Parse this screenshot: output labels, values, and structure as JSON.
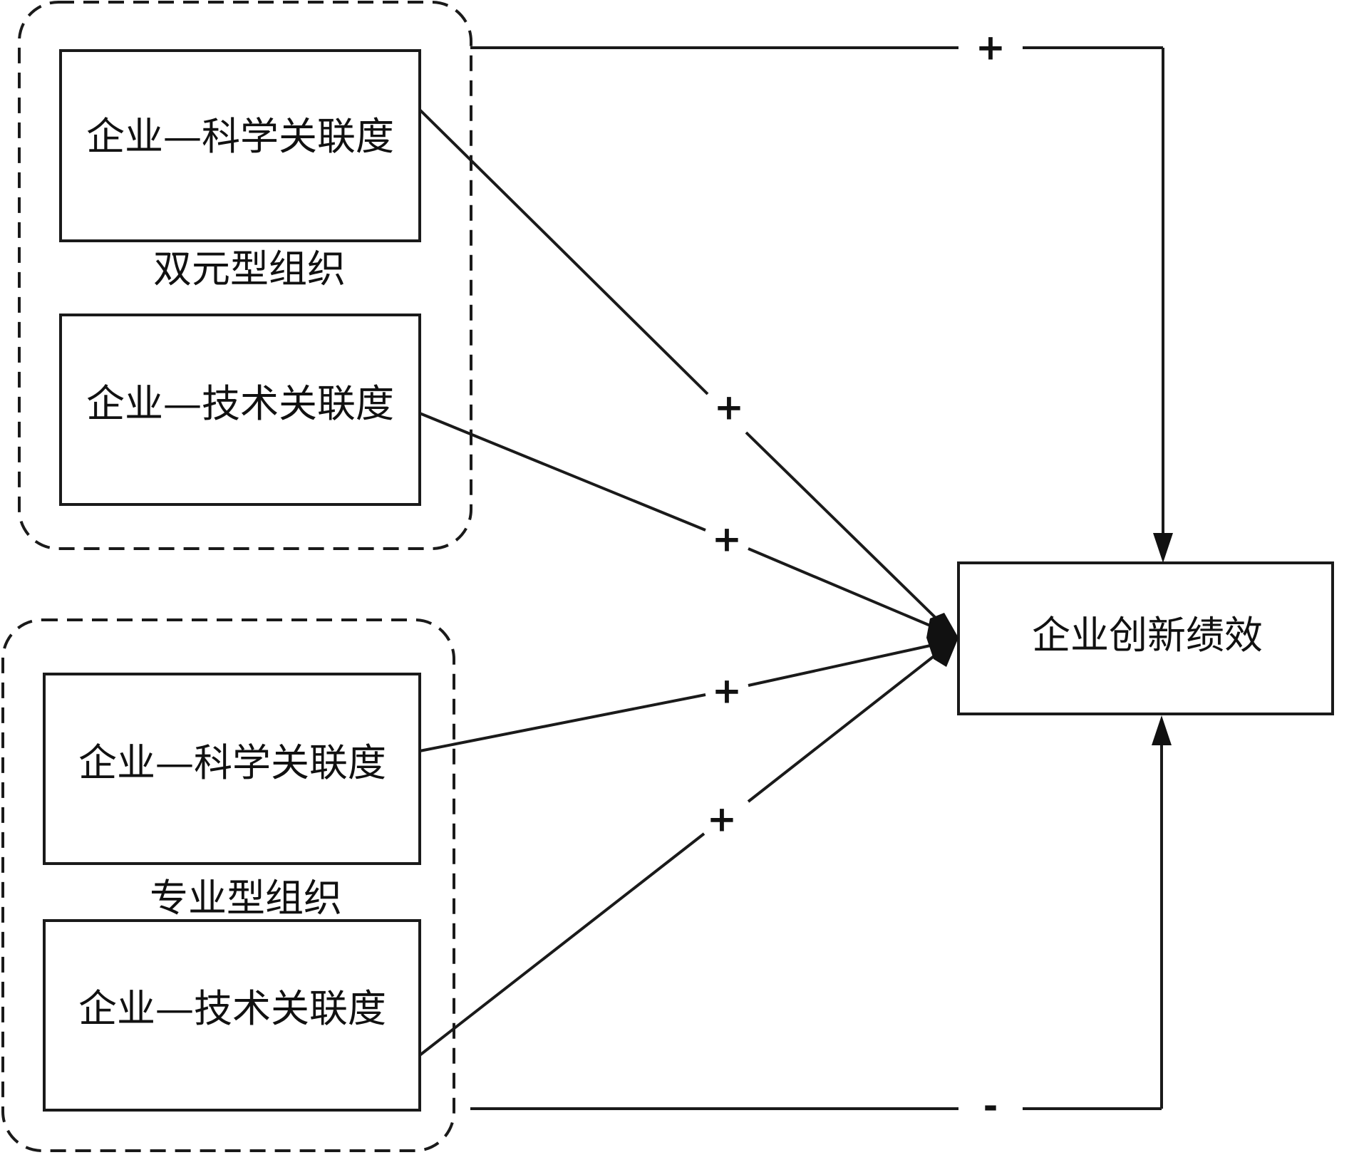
{
  "dual_group": {
    "label": "双元型组织",
    "science_box": "企业—科学关联度",
    "tech_box": "企业—技术关联度",
    "group_sign": "+"
  },
  "specialized_group": {
    "label": "专业型组织",
    "science_box": "企业—科学关联度",
    "tech_box": "企业—技术关联度",
    "group_sign": "-"
  },
  "target_box": "企业创新绩效",
  "edge_signs": {
    "dual_science": "+",
    "dual_tech": "+",
    "specialized_science": "+",
    "specialized_tech": "+"
  },
  "colors": {
    "stroke": "#1a1a1a",
    "background": "#ffffff"
  }
}
